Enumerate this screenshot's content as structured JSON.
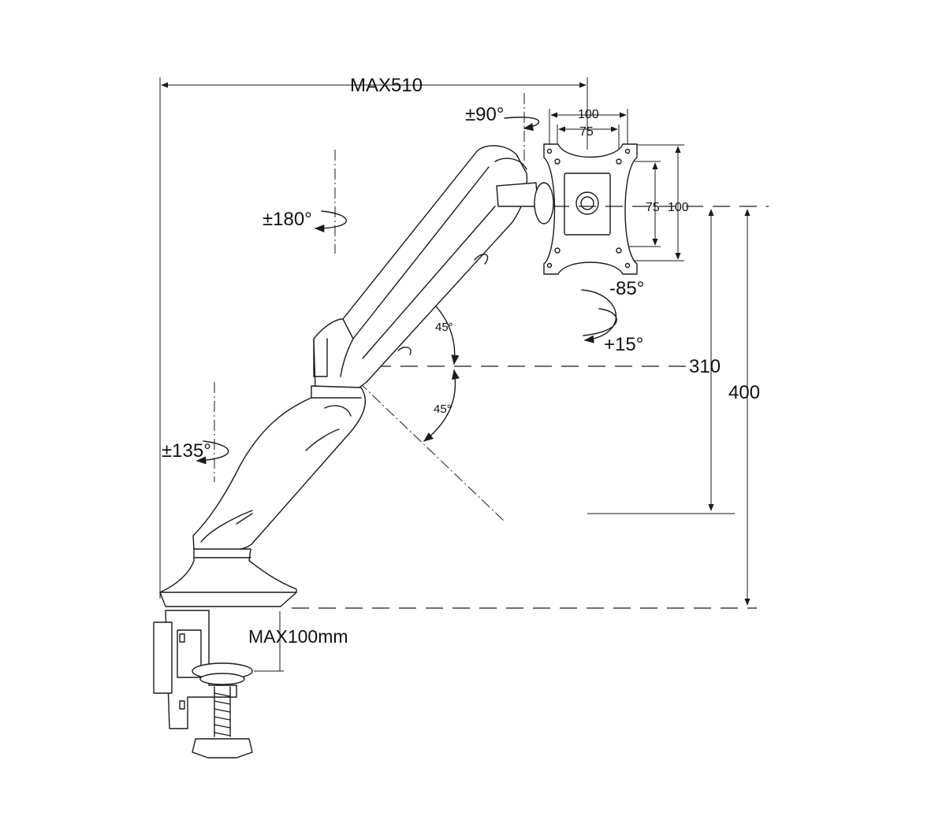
{
  "labels": {
    "max_reach": "MAX510",
    "tilt_top": "±90°",
    "swivel_head": "±180°",
    "swivel_base": "±135°",
    "vesa_w_outer": "100",
    "vesa_w_inner": "75",
    "vesa_h_inner": "75",
    "vesa_h_outer": "100",
    "tilt_down": "-85°",
    "tilt_up": "+15°",
    "angle_upper": "45°",
    "angle_lower": "45°",
    "height_mid": "310",
    "height_max": "400",
    "clamp_max": "MAX100mm"
  }
}
